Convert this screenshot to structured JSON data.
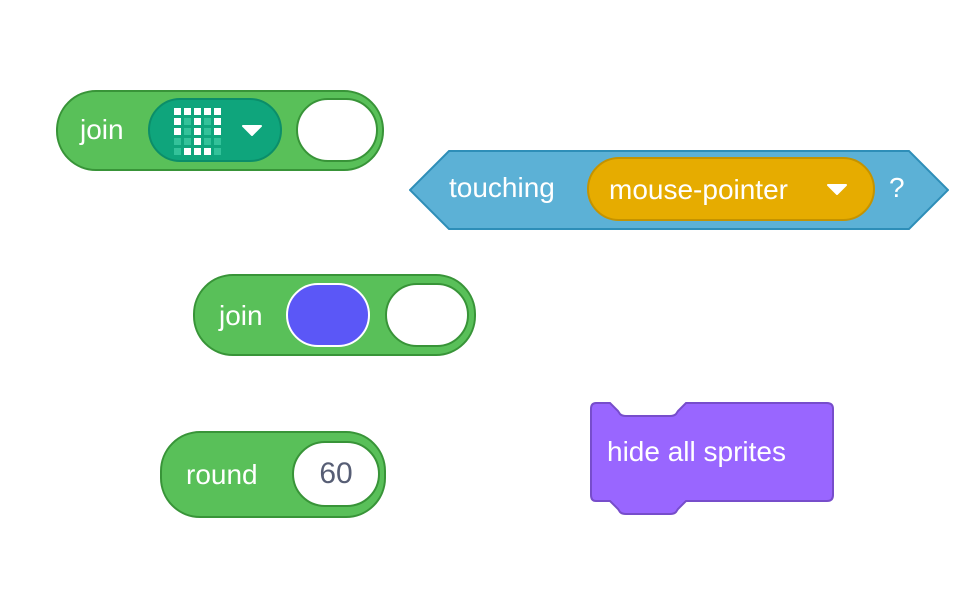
{
  "blocks": {
    "join_matrix": {
      "label": "join",
      "matrix_icon": "led-matrix-icon",
      "dropdown_icon": "dropdown-arrow-icon",
      "right_input_value": ""
    },
    "touching": {
      "label": "touching",
      "menu_value": "mouse-pointer",
      "dropdown_icon": "dropdown-arrow-icon",
      "suffix": "?"
    },
    "join_color": {
      "label": "join",
      "color_value": "#5b57f7",
      "right_input_value": ""
    },
    "round": {
      "label": "round",
      "input_value": "60"
    },
    "hide_all_sprites": {
      "label": "hide all sprites"
    }
  },
  "colors": {
    "operators": "#59c059",
    "operators_border": "#389438",
    "sensing": "#5cb1d6",
    "sensing_border": "#2e8eb8",
    "sensing_menu": "#e6ac00",
    "matrix_menu": "#0fa57c",
    "looks": "#9966ff",
    "looks_border": "#774dcb"
  }
}
